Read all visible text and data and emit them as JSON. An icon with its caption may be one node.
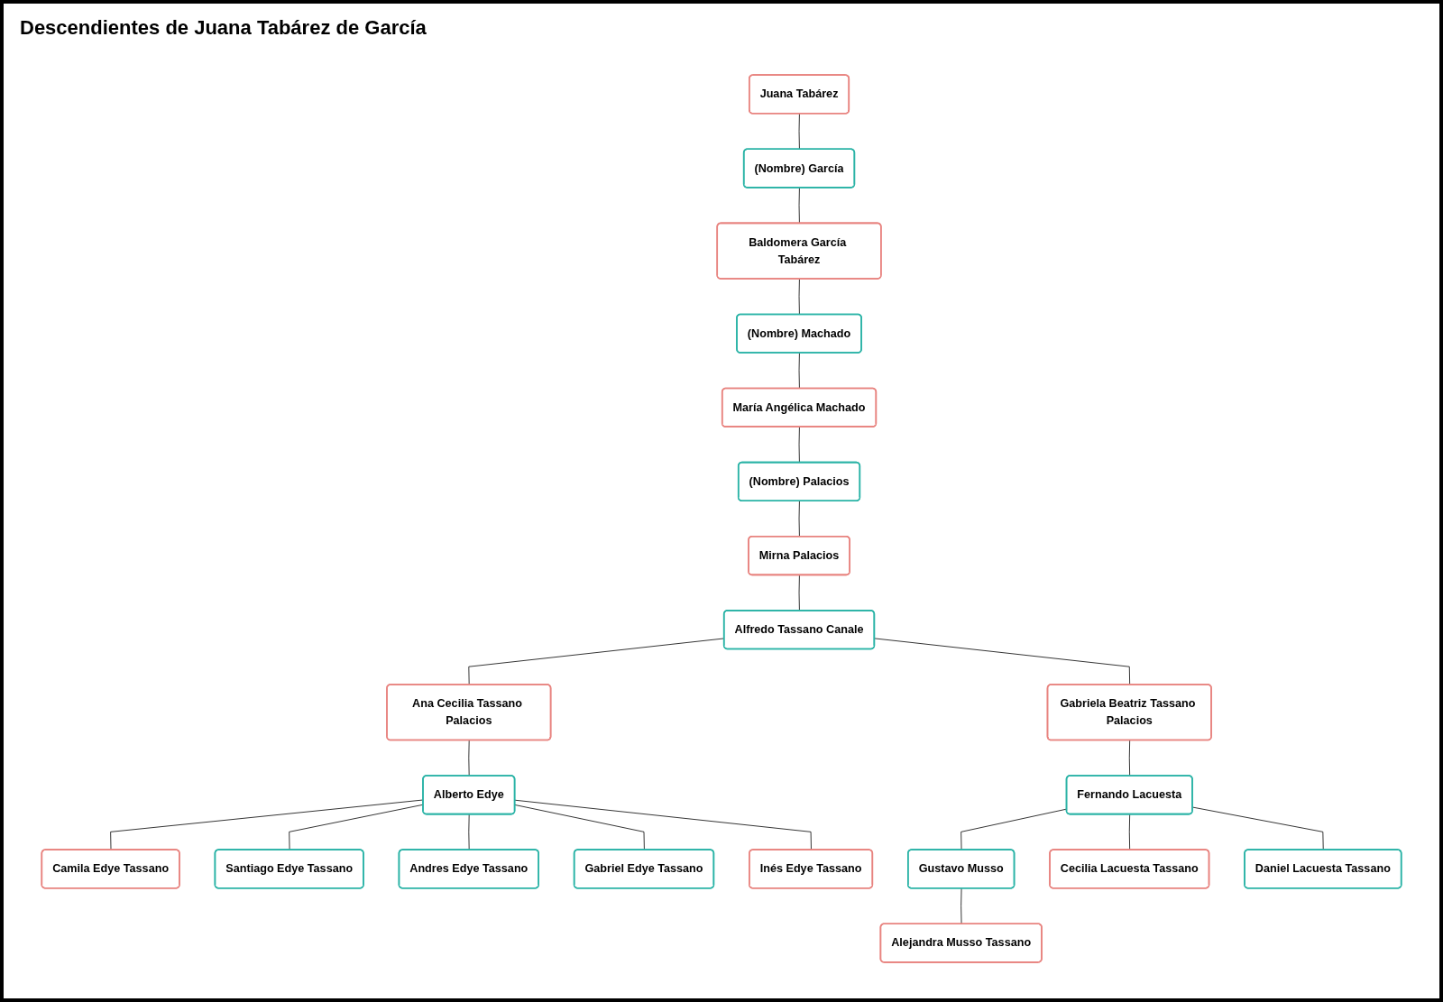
{
  "diagram": {
    "title": "Descendientes de Juana Tabárez de García",
    "nodes": [
      {
        "text": [
          "Juana Tabárez"
        ]
      },
      {
        "text": [
          "(Nombre) García"
        ]
      },
      {
        "text": [
          "Baldomera García Tabárez"
        ]
      },
      {
        "text": [
          "(Nombre) Machado"
        ]
      },
      {
        "text": [
          "María Angélica Machado"
        ]
      },
      {
        "text": [
          "(Nombre) Palacios"
        ]
      },
      {
        "text": [
          "Mirna Palacios"
        ]
      },
      {
        "text": [
          "Alfredo Tassano Canale"
        ]
      },
      {
        "text": [
          "Ana Cecilia Tassano Palacios"
        ]
      },
      {
        "text": [
          "Alberto Edye"
        ]
      },
      {
        "text": [
          "Gabriela Beatriz Tassano Palacios"
        ]
      },
      {
        "text": [
          "Fernando Lacuesta"
        ]
      },
      {
        "text": [
          "Gustavo Musso"
        ]
      },
      {
        "text": [
          "Camila Edye Tassano"
        ]
      },
      {
        "text": [
          "Santiago Edye Tassano"
        ]
      },
      {
        "text": [
          "Andres Edye Tassano"
        ]
      },
      {
        "text": [
          "Gabriel Edye Tassano"
        ]
      },
      {
        "text": [
          "Inés Edye Tassano"
        ]
      },
      {
        "text": [
          "Cecilia Lacuesta Tassano"
        ]
      },
      {
        "text": [
          "Daniel Lacuesta Tassano"
        ]
      },
      {
        "text": [
          "Alejandra Musso Tassano"
        ]
      }
    ],
    "edges": [
      {
        "from": 0,
        "to": 1,
        "arrow": "none"
      },
      {
        "from": 1,
        "to": 2,
        "arrow": "none"
      },
      {
        "from": 2,
        "to": 3,
        "arrow": "none"
      },
      {
        "from": 3,
        "to": 4,
        "arrow": "none"
      },
      {
        "from": 4,
        "to": 5,
        "arrow": "none"
      },
      {
        "from": 5,
        "to": 6,
        "arrow": "none"
      },
      {
        "from": 6,
        "to": 7,
        "arrow": "none"
      },
      {
        "from": 7,
        "to": 8,
        "arrow": "none"
      },
      {
        "from": 7,
        "to": 10,
        "arrow": "none"
      },
      {
        "from": 8,
        "to": 9,
        "arrow": "none"
      },
      {
        "from": 10,
        "to": 11,
        "arrow": "none"
      },
      {
        "from": 11,
        "to": 12,
        "arrow": "none"
      },
      {
        "from": 9,
        "to": 13,
        "arrow": "none"
      },
      {
        "from": 9,
        "to": 14,
        "arrow": "none"
      },
      {
        "from": 9,
        "to": 15,
        "arrow": "none"
      },
      {
        "from": 9,
        "to": 16,
        "arrow": "none"
      },
      {
        "from": 9,
        "to": 17,
        "arrow": "none"
      },
      {
        "from": 11,
        "to": 18,
        "arrow": "none"
      },
      {
        "from": 11,
        "to": 19,
        "arrow": "none"
      },
      {
        "from": 12,
        "to": 20,
        "arrow": "none"
      }
    ]
  }
}
